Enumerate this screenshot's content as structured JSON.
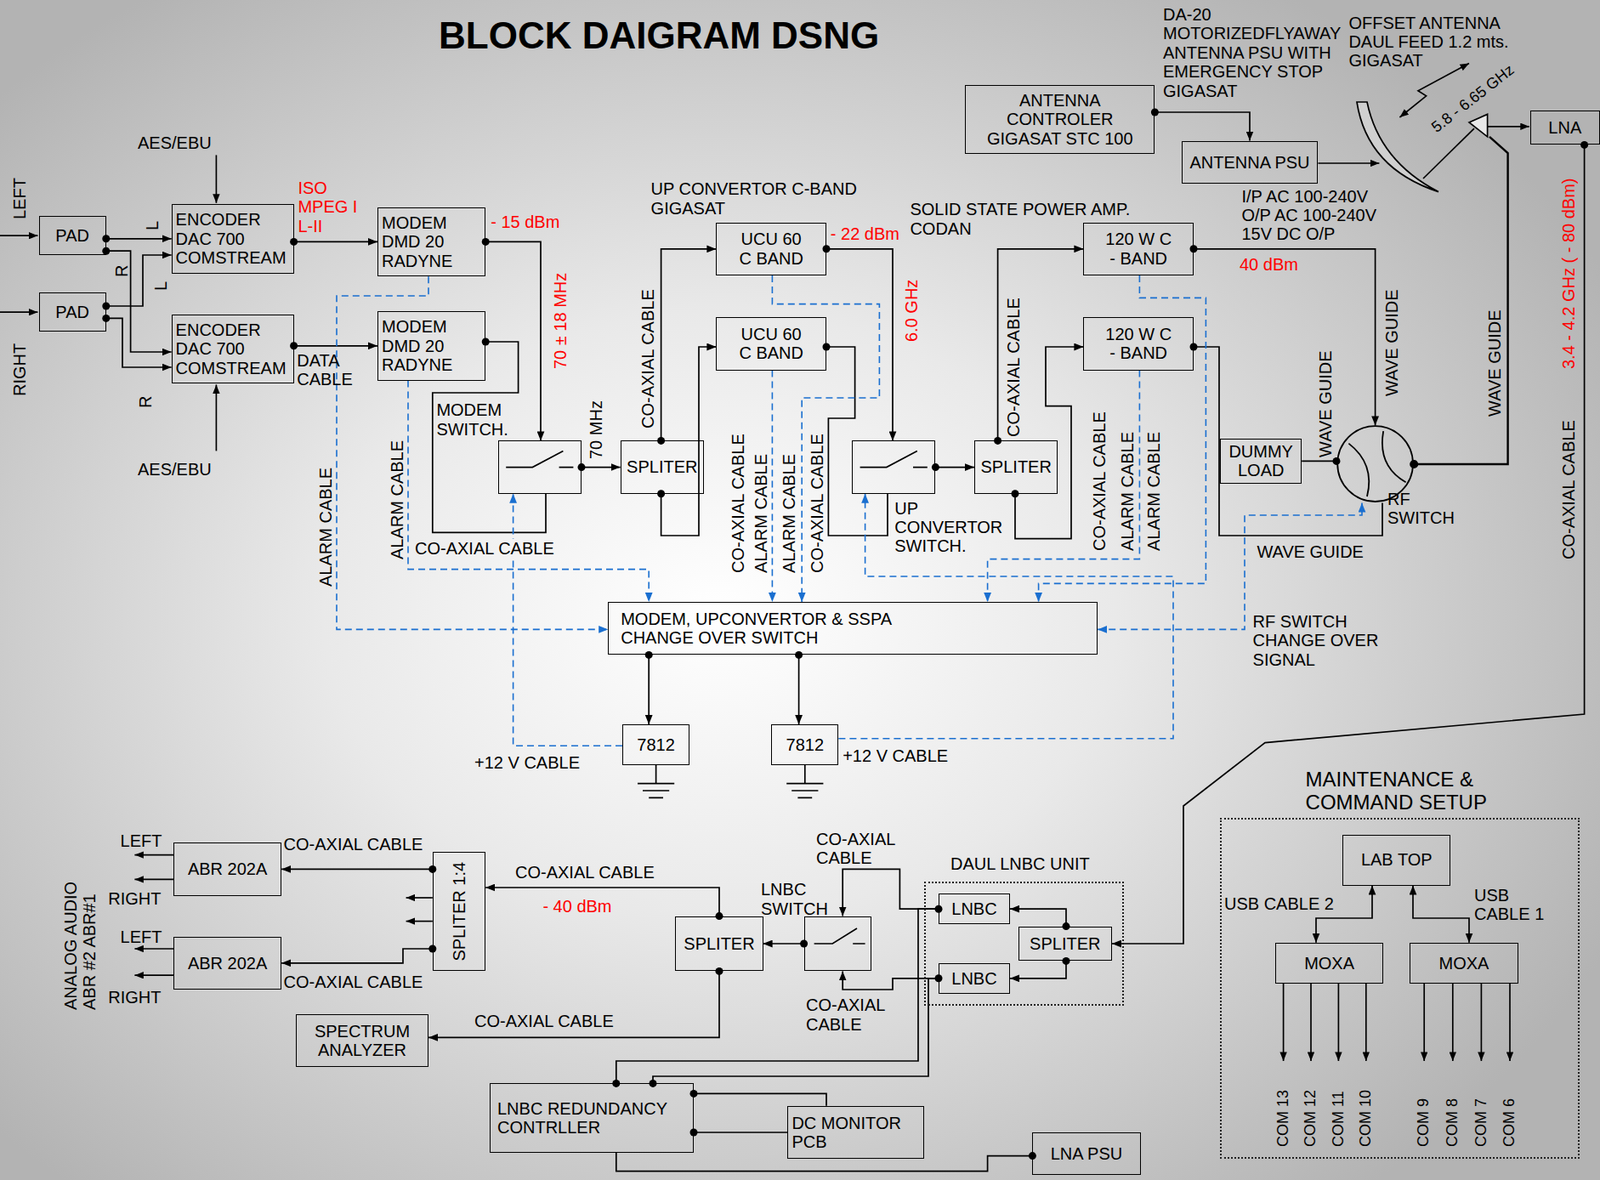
{
  "diagram": {
    "title": "BLOCK DAIGRAM DSNG",
    "nodes": [
      {
        "text": [
          "PAD"
        ]
      },
      {
        "text": [
          "PAD"
        ]
      },
      {
        "text": [
          "ENCODER DAC 700 COMSTREAM"
        ]
      },
      {
        "text": [
          "ENCODER DAC 700 COMSTREAM"
        ]
      },
      {
        "text": [
          "MODEM DMD 20 RADYNE"
        ]
      },
      {
        "text": [
          "MODEM DMD 20 RADYNE"
        ]
      },
      {
        "text": [
          "MODEM SWITCH."
        ]
      },
      {
        "text": [
          "SPLITER"
        ]
      },
      {
        "text": [
          "UCU 60 C BAND"
        ]
      },
      {
        "text": [
          "UCU 60 C BAND"
        ]
      },
      {
        "text": [
          "UP CONVERTOR SWITCH."
        ]
      },
      {
        "text": [
          "SPLITER"
        ]
      },
      {
        "text": [
          "120 W C - BAND"
        ]
      },
      {
        "text": [
          "120 W C - BAND"
        ]
      },
      {
        "text": [
          "ANTENNA CONTROLER GIGASAT STC 100"
        ]
      },
      {
        "text": [
          "ANTENNA PSU"
        ]
      },
      {
        "text": [
          "LNA"
        ]
      },
      {
        "text": [
          "DUMMY LOAD"
        ]
      },
      {
        "text": [
          "RF SWITCH"
        ]
      },
      {
        "text": [
          "MODEM, UPCONVERTOR & SSPA CHANGE OVER SWITCH"
        ]
      },
      {
        "text": [
          "7812"
        ]
      },
      {
        "text": [
          "7812"
        ]
      },
      {
        "text": [
          "ABR 202A"
        ]
      },
      {
        "text": [
          "ABR 202A"
        ]
      },
      {
        "text": [
          "SPLITER 1:4"
        ]
      },
      {
        "text": [
          "SPLITER"
        ]
      },
      {
        "text": [
          "LNBC SWITCH"
        ]
      },
      {
        "text": [
          "DAUL LNBC UNIT"
        ]
      },
      {
        "text": [
          "LNBC"
        ],
        "in": 27
      },
      {
        "text": [
          "SPLITER"
        ],
        "in": 27
      },
      {
        "text": [
          "LNBC"
        ],
        "in": 27
      },
      {
        "text": [
          "SPECTRUM ANALYZER"
        ]
      },
      {
        "text": [
          "LNBC REDUNDANCY CONTRLLER"
        ]
      },
      {
        "text": [
          "DC MONITOR PCB"
        ]
      },
      {
        "text": [
          "LNA PSU"
        ]
      },
      {
        "text": [
          "MAINTENANCE & COMMAND SETUP"
        ]
      },
      {
        "text": [
          "LAB TOP"
        ],
        "in": 35
      },
      {
        "text": [
          "MOXA"
        ],
        "in": 35
      },
      {
        "text": [
          "MOXA"
        ],
        "in": 35
      }
    ],
    "edges": [
      {
        "from": 0,
        "to": 2,
        "arrow": "to"
      },
      {
        "from": 0,
        "to": 3,
        "arrow": "to"
      },
      {
        "from": 1,
        "to": 2,
        "arrow": "to"
      },
      {
        "from": 1,
        "to": 3,
        "arrow": "to"
      },
      {
        "from": 2,
        "to": 4,
        "arrow": "to"
      },
      {
        "from": 3,
        "to": 5,
        "arrow": "to"
      },
      {
        "from": 4,
        "to": 6,
        "arrow": "to"
      },
      {
        "from": 5,
        "to": 6,
        "arrow": "none"
      },
      {
        "from": 6,
        "to": 7,
        "arrow": "to"
      },
      {
        "from": 7,
        "to": 8,
        "arrow": "to"
      },
      {
        "from": 7,
        "to": 9,
        "arrow": "to"
      },
      {
        "from": 8,
        "to": 10,
        "arrow": "to"
      },
      {
        "from": 9,
        "to": 10,
        "arrow": "none"
      },
      {
        "from": 10,
        "to": 11,
        "arrow": "to"
      },
      {
        "from": 11,
        "to": 12,
        "arrow": "to"
      },
      {
        "from": 11,
        "to": 13,
        "arrow": "to"
      },
      {
        "from": 12,
        "to": 18,
        "arrow": "to"
      },
      {
        "from": 13,
        "to": 18,
        "arrow": "none"
      },
      {
        "from": 18,
        "to": 17,
        "arrow": "none"
      },
      {
        "from": 14,
        "to": 15,
        "arrow": "to"
      },
      {
        "from": 16,
        "to": 29,
        "arrow": "to"
      },
      {
        "from": 29,
        "to": 28,
        "arrow": "to"
      },
      {
        "from": 29,
        "to": 30,
        "arrow": "to"
      },
      {
        "from": 28,
        "to": 26,
        "arrow": "to"
      },
      {
        "from": 30,
        "to": 26,
        "arrow": "to"
      },
      {
        "from": 26,
        "to": 25,
        "arrow": "to"
      },
      {
        "from": 25,
        "to": 24,
        "arrow": "to"
      },
      {
        "from": 25,
        "to": 31,
        "arrow": "to"
      },
      {
        "from": 24,
        "to": 22,
        "arrow": "to"
      },
      {
        "from": 24,
        "to": 23,
        "arrow": "to"
      },
      {
        "from": 32,
        "to": 28,
        "arrow": "none"
      },
      {
        "from": 32,
        "to": 30,
        "arrow": "none"
      },
      {
        "from": 32,
        "to": 33,
        "arrow": "none"
      },
      {
        "from": 32,
        "to": 33,
        "arrow": "none"
      },
      {
        "from": 34,
        "to": 32,
        "arrow": "none"
      },
      {
        "from": 36,
        "to": 37,
        "arrow": "both"
      },
      {
        "from": 36,
        "to": 38,
        "arrow": "both"
      },
      {
        "from": 4,
        "to": 19,
        "arrow": "to"
      },
      {
        "from": 5,
        "to": 19,
        "arrow": "to"
      },
      {
        "from": 8,
        "to": 19,
        "arrow": "to"
      },
      {
        "from": 9,
        "to": 19,
        "arrow": "to"
      },
      {
        "from": 12,
        "to": 19,
        "arrow": "to"
      },
      {
        "from": 13,
        "to": 19,
        "arrow": "to"
      },
      {
        "from": 19,
        "to": 18,
        "arrow": "both"
      },
      {
        "from": 19,
        "to": 20,
        "arrow": "to"
      },
      {
        "from": 19,
        "to": 21,
        "arrow": "to"
      },
      {
        "from": 20,
        "to": 6,
        "arrow": "to"
      },
      {
        "from": 21,
        "to": 10,
        "arrow": "to"
      }
    ],
    "labels": [
      "LEFT",
      "RIGHT",
      "AES/EBU",
      "L",
      "R",
      "L",
      "R",
      "AES/EBU",
      "ISO MPEG I L-II",
      "DATA CABLE",
      "- 15 dBm",
      "70 ± 18 MHz",
      "70 MHz",
      "UP CONVERTOR C-BAND GIGASAT",
      "CO-AXIAL CABLE",
      "- 22 dBm",
      "6.0 GHz",
      "SOLID STATE POWER AMP. CODAN",
      "CO-AXIAL CABLE",
      "40 dBm",
      "DA-20 MOTORIZEDFLYAWAY ANTENNA PSU WITH EMERGENCY STOP GIGASAT",
      "I/P AC 100-240V O/P AC 100-240V 15V DC O/P",
      "OFFSET ANTENNA DAUL FEED 1.2 mts. GIGASAT",
      "5.8 - 6.65 GHz",
      "WAVE GUIDE",
      "WAVE GUIDE",
      "3.4 - 4.2 GHz ( - 80 dBm)",
      "CO-AXIAL CABLE",
      "ALARM CABLE",
      "ALARM CABLE",
      "CO-AXIAL CABLE",
      "CO-AXIAL CABLE",
      "ALARM CABLE",
      "ALARM CABLE",
      "CO-AXIAL CABLE",
      "CO-AXIAL CABLE",
      "ALARM CABLE",
      "ALARM CABLE",
      "WAVE GUIDE",
      "WAVE GUIDE",
      "RF SWITCH CHANGE OVER SIGNAL",
      "+12 V CABLE",
      "+12 V CABLE",
      "LEFT",
      "RIGHT",
      "LEFT",
      "RIGHT",
      "ANALOG AUDIO ABR #2 ABR#1",
      "CO-AXIAL CABLE",
      "CO-AXIAL CABLE",
      "CO-AXIAL CABLE",
      "- 40 dBm",
      "CO-AXIAL CABLE",
      "CO-AXIAL CABLE",
      "CO-AXIAL CABLE",
      "USB CABLE 2",
      "USB CABLE 1",
      "COM 13",
      "COM 12",
      "COM 11",
      "COM 10",
      "COM 9",
      "COM 8",
      "COM 7",
      "COM 6"
    ]
  }
}
